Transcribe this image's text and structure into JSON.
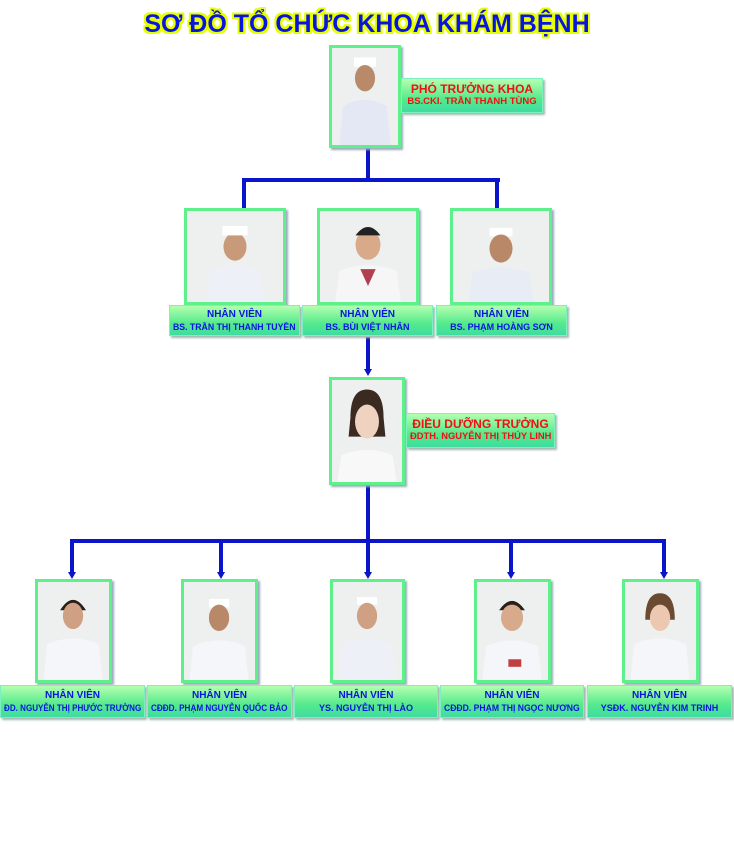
{
  "title": "SƠ ĐỒ TỔ CHỨC KHOA KHÁM BỆNH",
  "head": {
    "role": "PHÓ TRƯỞNG KHOA",
    "name": "BS.CKI. TRẦN THANH TÙNG"
  },
  "doctors": [
    {
      "role": "NHÂN VIÊN",
      "name": "BS. TRẦN THỊ THANH TUYỀN"
    },
    {
      "role": "NHÂN VIÊN",
      "name": "BS. BÙI VIỆT NHÂN"
    },
    {
      "role": "NHÂN VIÊN",
      "name": "BS. PHẠM HOÀNG SƠN"
    }
  ],
  "nurse_head": {
    "role": "ĐIỀU DƯỠNG TRƯỞNG",
    "name": "ĐDTH. NGUYỄN THỊ THÚY LINH"
  },
  "staff": [
    {
      "role": "NHÂN VIÊN",
      "name": "ĐD. NGUYỄN THỊ PHƯỚC TRƯỜNG"
    },
    {
      "role": "NHÂN VIÊN",
      "name": "CĐĐD. PHẠM NGUYỄN QUỐC BẢO"
    },
    {
      "role": "NHÂN VIÊN",
      "name": "YS. NGUYỄN THỊ LÀO"
    },
    {
      "role": "NHÂN VIÊN",
      "name": "CĐĐD. PHẠM THỊ NGỌC NƯƠNG"
    },
    {
      "role": "NHÂN VIÊN",
      "name": "YSĐK. NGUYỄN KIM TRINH"
    }
  ]
}
